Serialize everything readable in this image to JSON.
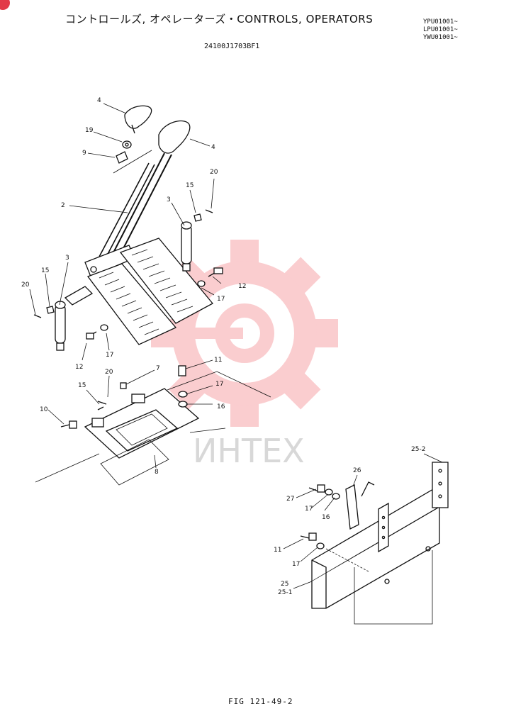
{
  "header": {
    "title": "コントロールズ, オペレーターズ・CONTROLS, OPERATORS",
    "part_number": "24100J1703BF1",
    "serials": [
      "YPU01001~",
      "LPU01001~",
      "YWU01001~"
    ]
  },
  "footer": {
    "figure_label": "FIG 121-49-2"
  },
  "watermark": {
    "text": "ИНТЕХ",
    "color": "#f04e57"
  },
  "callouts": [
    "4",
    "19",
    "9",
    "4",
    "2",
    "20",
    "15",
    "3",
    "3",
    "15",
    "20",
    "12",
    "17",
    "17",
    "12",
    "7",
    "20",
    "11",
    "17",
    "15",
    "16",
    "10",
    "8",
    "25-2",
    "26",
    "27",
    "17",
    "16",
    "11",
    "17",
    "25",
    "25-1"
  ]
}
